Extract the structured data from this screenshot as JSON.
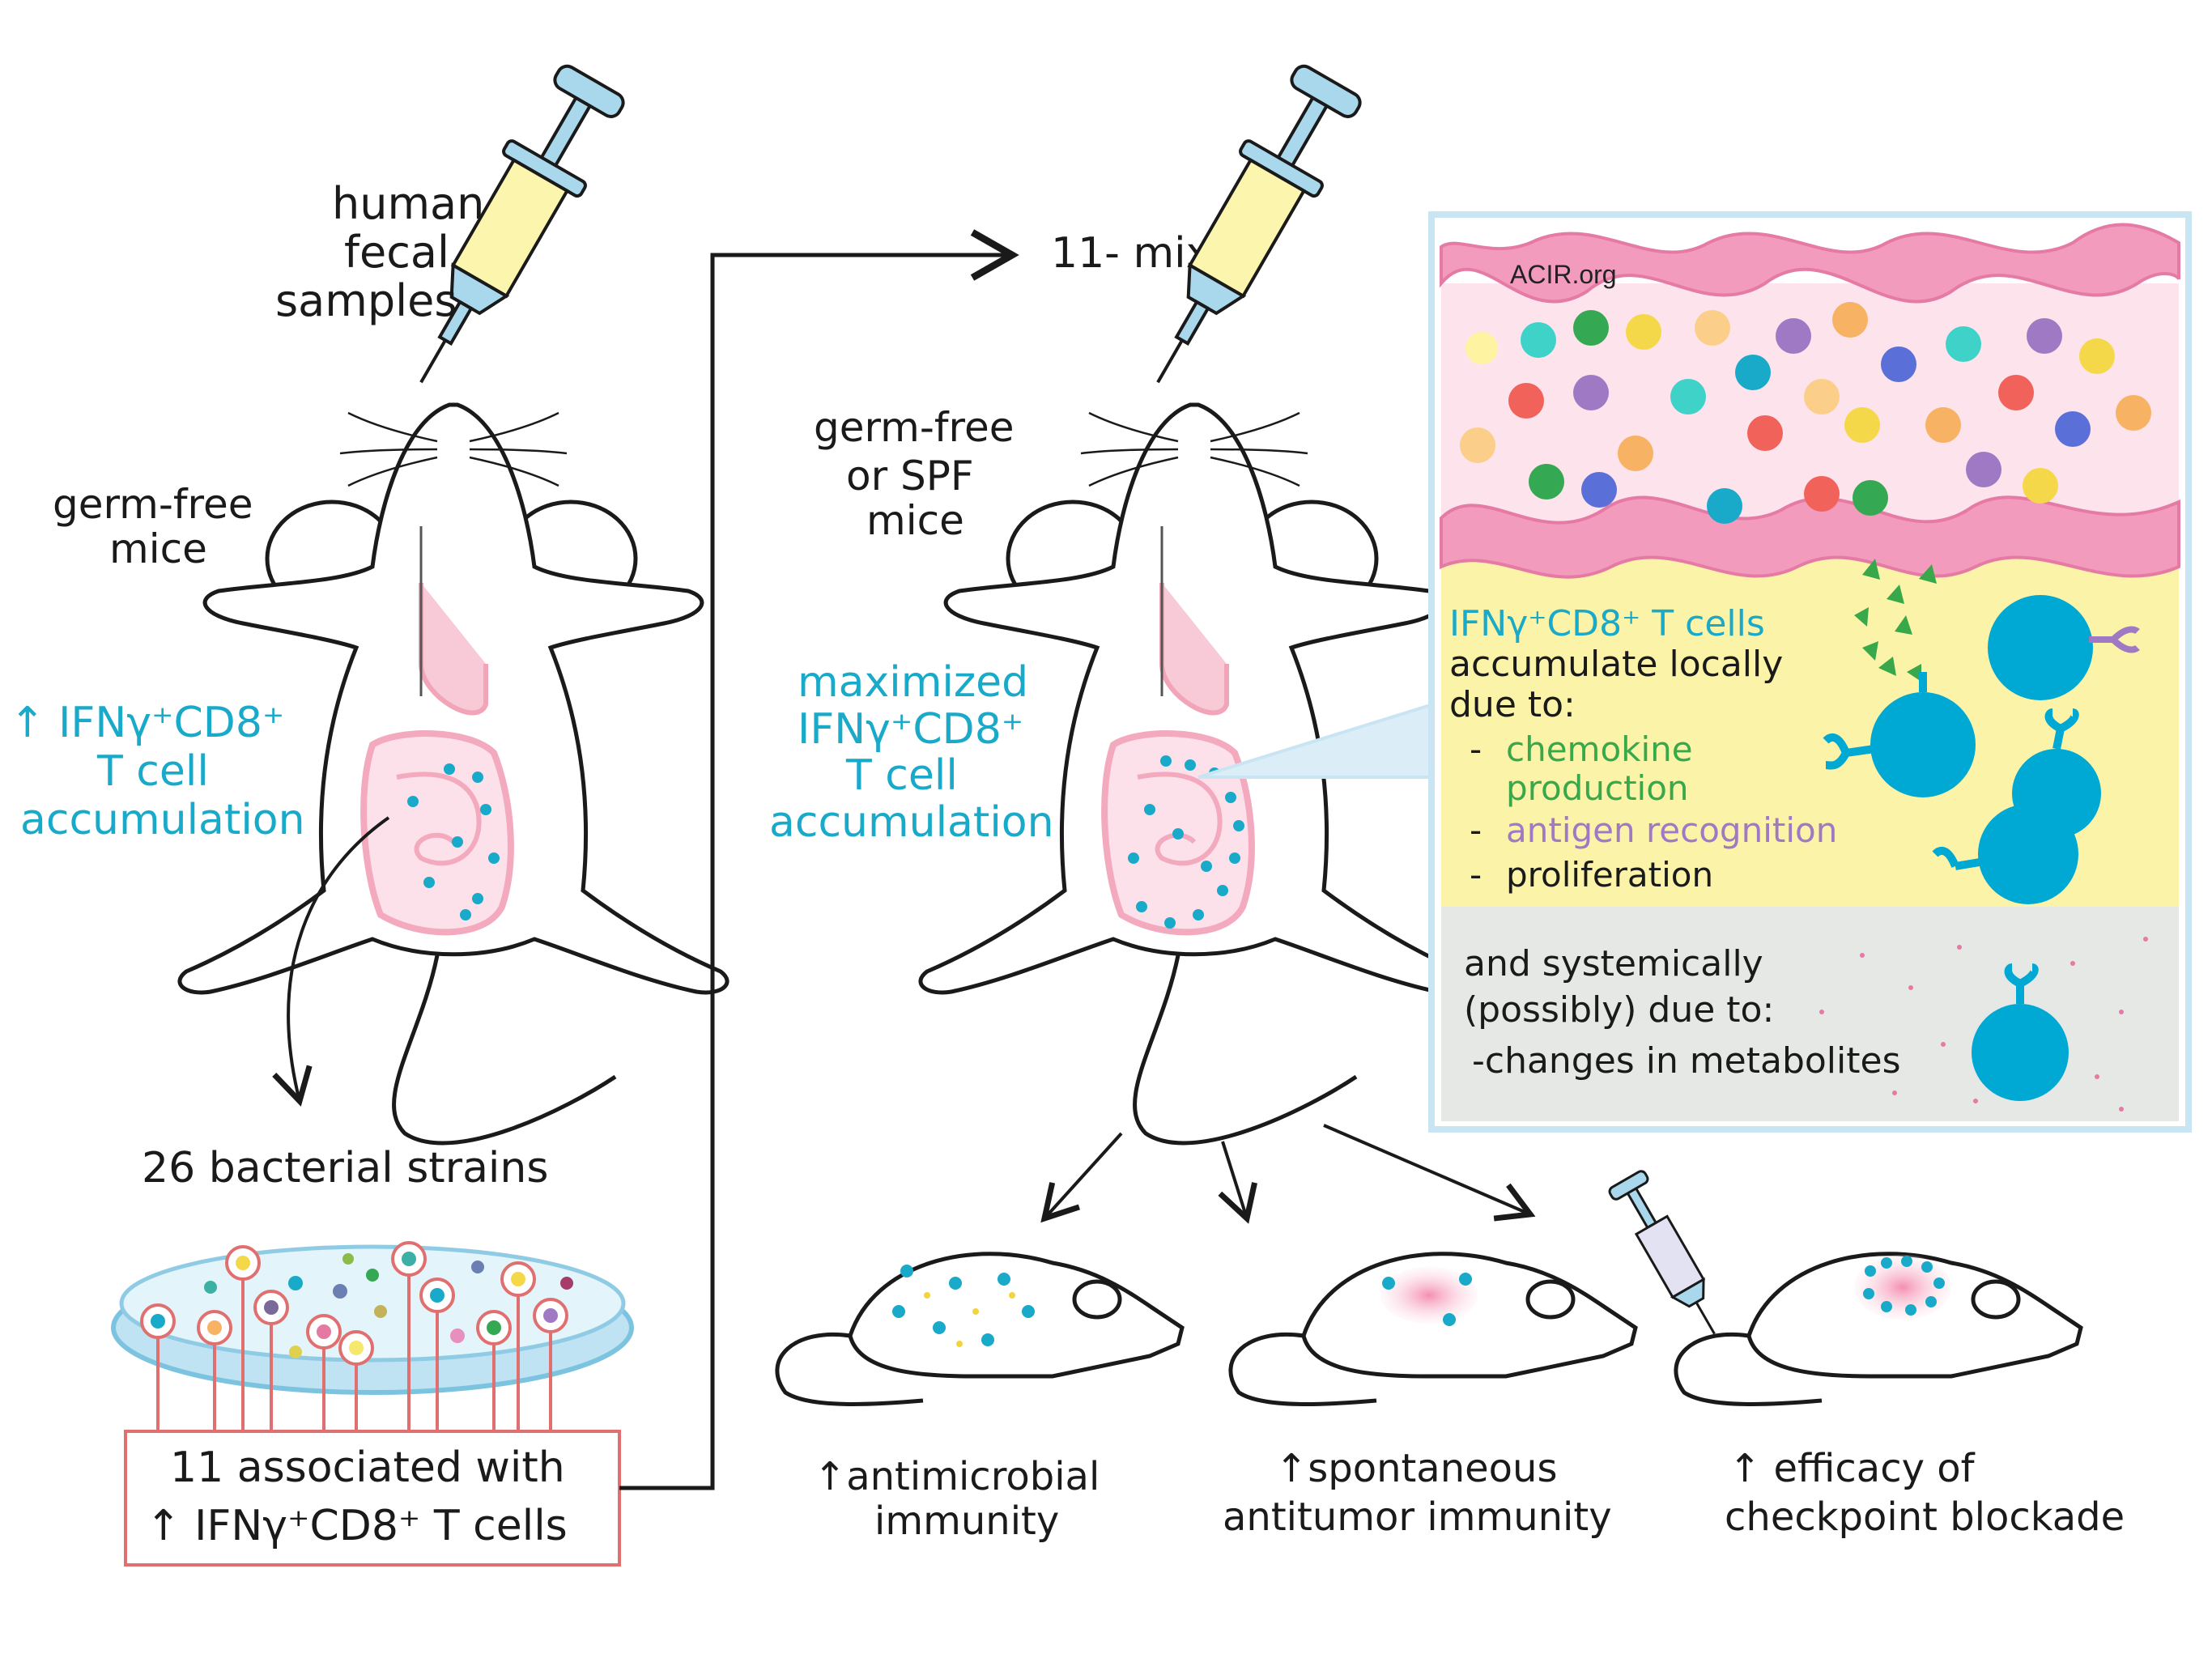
{
  "colors": {
    "cyan": "#19a9c9",
    "green": "#38a84a",
    "purple": "#a079c4",
    "pink": "#f39bbd",
    "yellow": "#fbf3a8",
    "grey": "#e5e7e5",
    "box_border": "#c9e4f2",
    "red_box": "#e0706f"
  },
  "left_panel": {
    "syringe_label": [
      "human",
      "fecal",
      "samples"
    ],
    "mouse_label": [
      "germ-free",
      "mice"
    ],
    "effect_lines": [
      "↑ IFNγ⁺CD8⁺",
      "T cell",
      "accumulation"
    ],
    "strains_label": "26 bacterial strains",
    "associated_box": [
      "11 associated  with",
      "↑ IFNγ⁺CD8⁺ T cells"
    ]
  },
  "middle_panel": {
    "mix_label": "11- mix",
    "mouse_label": [
      "germ-free",
      "or SPF",
      "mice"
    ],
    "effect_lines": [
      "maximized",
      "IFNγ⁺CD8⁺",
      "T cell",
      "accumulation"
    ]
  },
  "inset": {
    "watermark": "ACIR.org",
    "local_title": "IFNγ⁺CD8⁺ T cells",
    "local_lines": [
      "accumulate locally",
      "due to:"
    ],
    "reasons": [
      {
        "dash": "-",
        "text": [
          "chemokine",
          "production"
        ],
        "color": "green"
      },
      {
        "dash": "-",
        "text": [
          "antigen recognition"
        ],
        "color": "purple"
      },
      {
        "dash": "-",
        "text": [
          "proliferation"
        ],
        "color": "black"
      }
    ],
    "systemic_lines": [
      "and systemically",
      "(possibly) due to:",
      "-changes in metabolites"
    ]
  },
  "outcomes": [
    {
      "lines": [
        "↑antimicrobial",
        "immunity"
      ]
    },
    {
      "lines": [
        "↑spontaneous",
        "antitumor immunity"
      ]
    },
    {
      "lines": [
        "↑ efficacy  of",
        "checkpoint blockade"
      ]
    }
  ]
}
